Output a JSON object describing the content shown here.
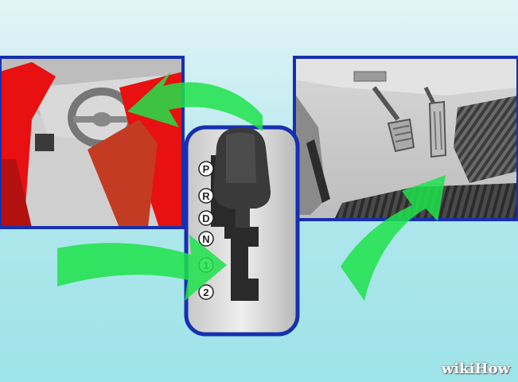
{
  "gear_positions": [
    "P",
    "R",
    "D",
    "N",
    "1",
    "2"
  ],
  "watermark": "wikiHow",
  "colors": {
    "background_top": "#e3f4f7",
    "background_bottom": "#9ee3e8",
    "panel_border": "#1530b0",
    "seat_red": "#e81010",
    "arrow_green": "#1fe24a",
    "shifter_knob": "#333333",
    "gear_gate": "#2a2a2a"
  },
  "icons": [
    "car-interior-steering-wheel",
    "gear-shifter",
    "floor-pedals",
    "curved-arrow"
  ]
}
